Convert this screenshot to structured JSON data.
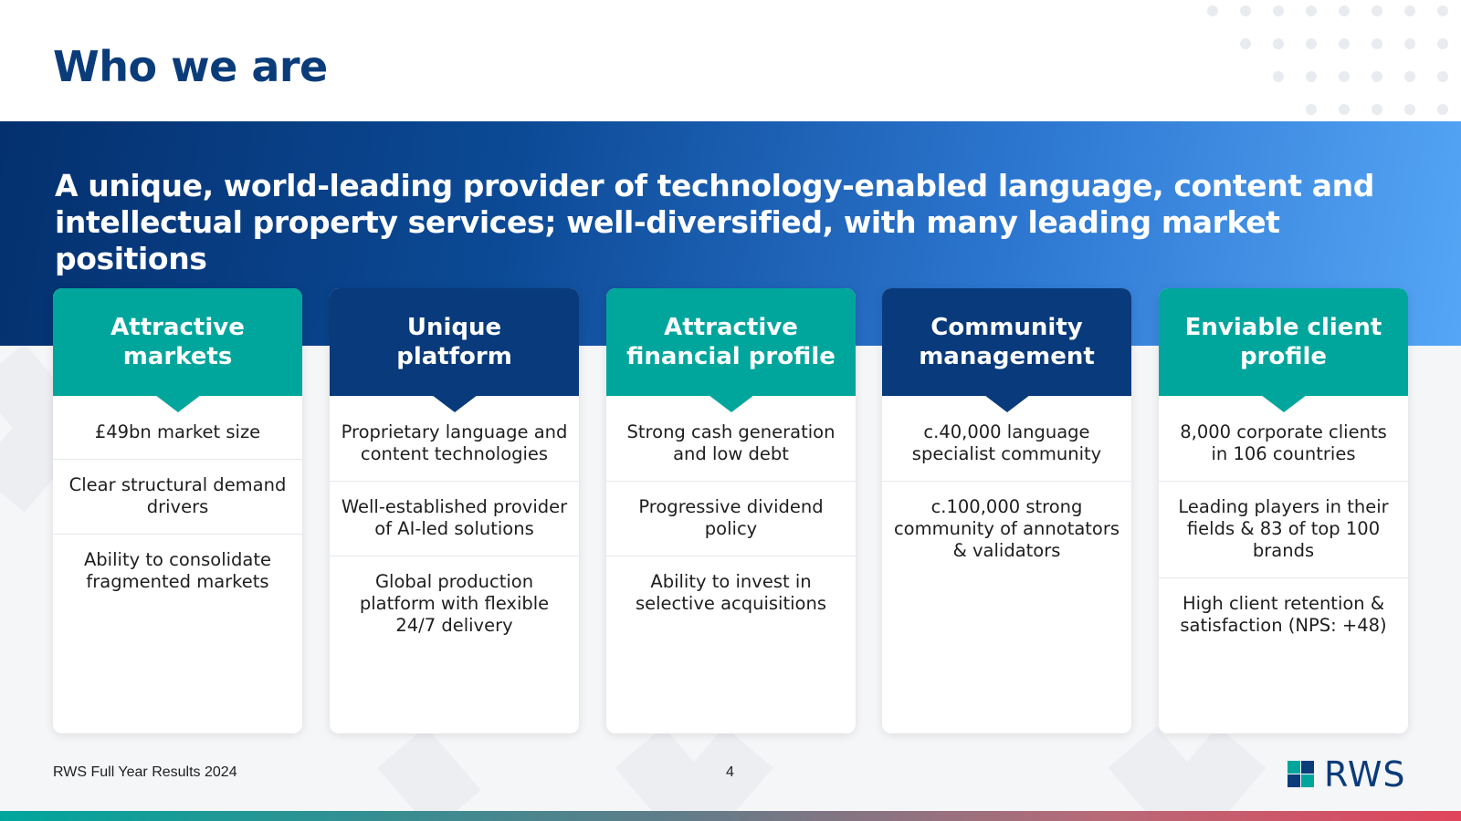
{
  "slide": {
    "title": "Who we are",
    "headline": "A unique, world-leading provider of technology-enabled language, content and intellectual property services; well-diversified, with many leading market positions"
  },
  "cards": [
    {
      "heading": "Attractive markets",
      "items": [
        "£49bn market size",
        "Clear structural demand drivers",
        "Ability to consolidate fragmented markets"
      ]
    },
    {
      "heading": "Unique platform",
      "items": [
        "Proprietary language and content technologies",
        "Well-established provider of AI-led solutions",
        "Global production platform with flexible 24/7 delivery"
      ]
    },
    {
      "heading": "Attractive financial profile",
      "items": [
        "Strong cash generation and low debt",
        "Progressive dividend policy",
        "Ability to invest in selective acquisitions"
      ]
    },
    {
      "heading": "Community management",
      "items": [
        "c.40,000 language specialist community",
        "c.100,000 strong community of annotators & validators"
      ]
    },
    {
      "heading": "Enviable client profile",
      "items": [
        "8,000 corporate clients in 106 countries",
        "Leading players in their fields & 83 of top 100 brands",
        "High client retention & satisfaction (NPS: +48)"
      ]
    }
  ],
  "footer": {
    "left": "RWS Full Year Results 2024",
    "page": "4",
    "logo_text": "RWS"
  },
  "colors": {
    "title": "#0b3c7a",
    "teal": "#00a69c",
    "navy": "#083a7c",
    "band_start": "#04306e",
    "band_end": "#55a6f6"
  }
}
